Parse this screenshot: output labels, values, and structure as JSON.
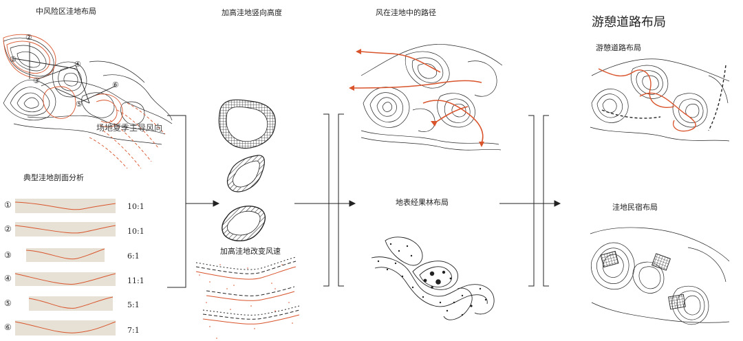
{
  "section1": {
    "title": "中风险区洼地布局",
    "map_overlay": "场地夏季主导风向",
    "map_markers": [
      "①",
      "②",
      "③",
      "④",
      "⑤",
      "⑥"
    ],
    "profile_title": "典型洼地剖面分析",
    "profiles": [
      {
        "marker": "①",
        "ratio": "10:1"
      },
      {
        "marker": "②",
        "ratio": "10:1"
      },
      {
        "marker": "③",
        "ratio": "6:1"
      },
      {
        "marker": "④",
        "ratio": "11:1"
      },
      {
        "marker": "⑤",
        "ratio": "5:1"
      },
      {
        "marker": "⑥",
        "ratio": "7:1"
      }
    ]
  },
  "section2": {
    "title": "加高洼地竖向高度",
    "bottom_title": "加高洼地改变风速"
  },
  "section3": {
    "title": "风在洼地中的路径",
    "bottom_title": "地表经果林布局"
  },
  "section4": {
    "title": "游憩道路布局",
    "subtitle": "游憩道路布局",
    "bottom_title": "洼地民宿布局"
  },
  "colors": {
    "accent": "#d9532b",
    "line": "#222222",
    "profile_bg": "#e6e1d4"
  }
}
